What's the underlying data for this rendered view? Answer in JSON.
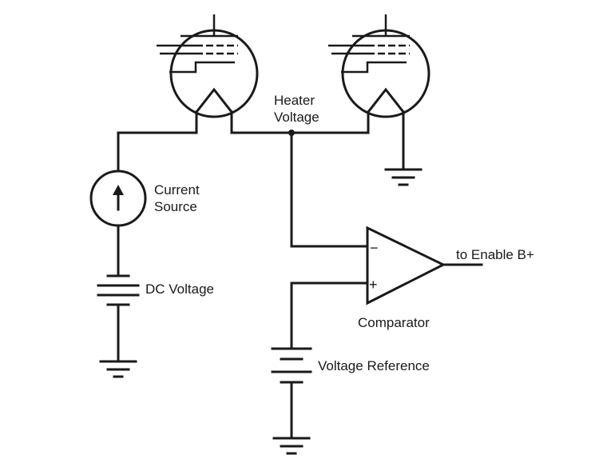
{
  "labels": {
    "heater_voltage": [
      "Heater",
      "Voltage"
    ],
    "current_source": [
      "Current",
      "Source"
    ],
    "dc_voltage": "DC Voltage",
    "to_enable": "to Enable B+",
    "comparator": "Comparator",
    "voltage_reference": "Voltage Reference",
    "minus": "−",
    "plus": "+"
  }
}
